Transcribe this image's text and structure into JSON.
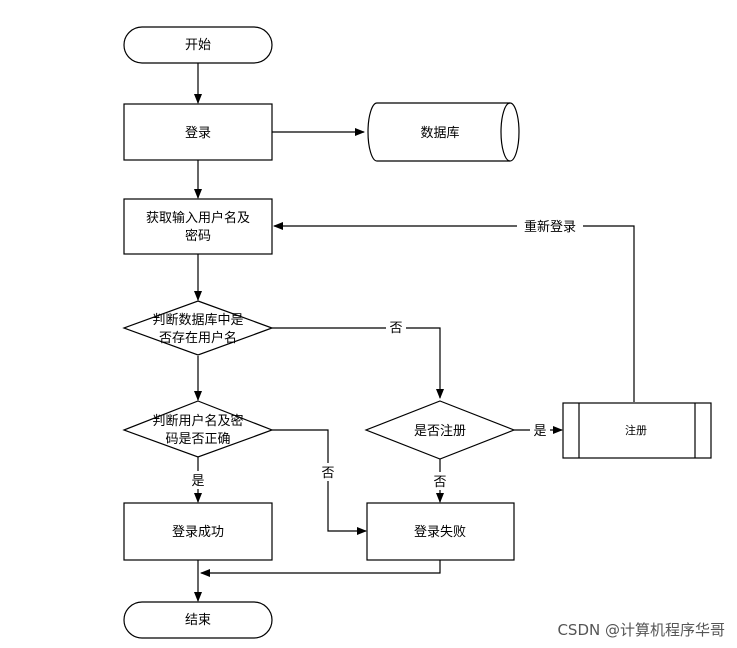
{
  "nodes": {
    "start": "开始",
    "login": "登录",
    "database": "数据库",
    "get_input_line1": "获取输入用户名及",
    "get_input_line2": "密码",
    "check_exist_line1": "判断数据库中是",
    "check_exist_line2": "否存在用户名",
    "check_pwd_line1": "判断用户名及密",
    "check_pwd_line2": "码是否正确",
    "ask_register": "是否注册",
    "register": "注册",
    "login_success": "登录成功",
    "login_fail": "登录失败",
    "end": "结束"
  },
  "edges": {
    "no_exist": "否",
    "yes_register": "是",
    "no_register": "否",
    "relogin": "重新登录",
    "yes_pwd": "是",
    "no_pwd": "否"
  },
  "watermark": "CSDN @计算机程序华哥"
}
